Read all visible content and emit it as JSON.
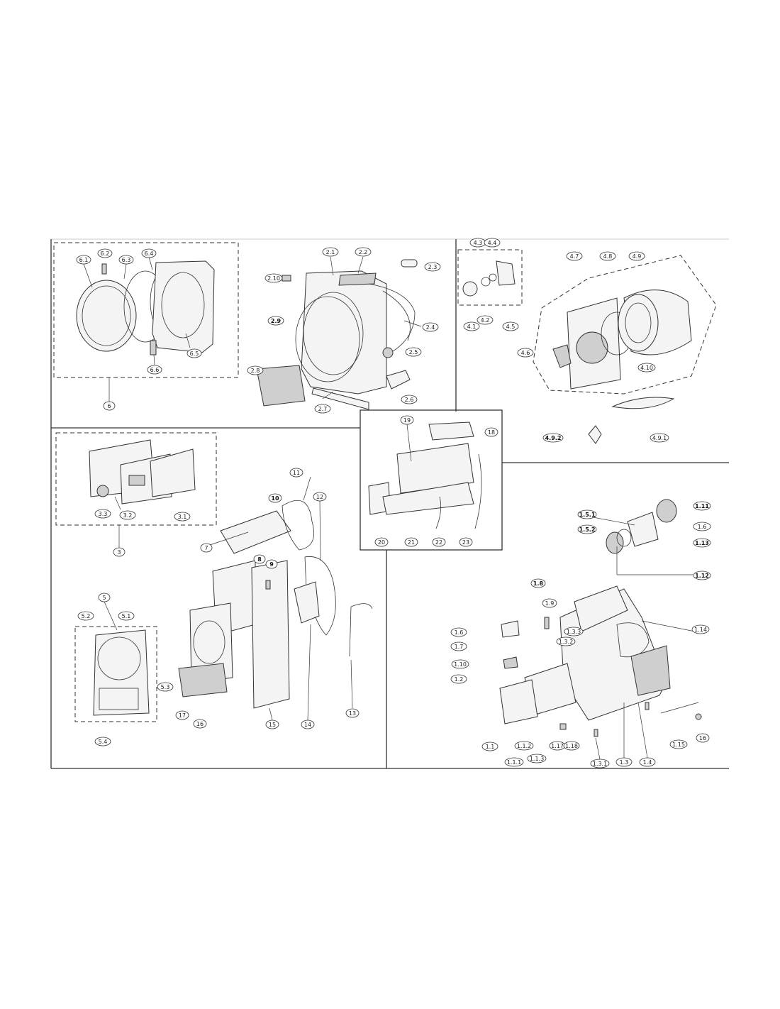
{
  "colors": {
    "line": "#333333",
    "background": "#ffffff"
  },
  "callouts": {
    "door": [
      "6.1",
      "6.2",
      "6.3",
      "6.4",
      "6.5",
      "6.6",
      "6"
    ],
    "tub": [
      "2.1",
      "2.2",
      "2.3",
      "2.4",
      "2.5",
      "2.6",
      "2.7",
      "2.8",
      "2.9",
      "2.10"
    ],
    "drum": [
      "4.1",
      "4.2",
      "4.3",
      "4.4",
      "4.5",
      "4.6",
      "4.7",
      "4.8",
      "4.9",
      "4.10",
      "4.9.1",
      "4.9.2"
    ],
    "control_panel": [
      "3.1",
      "3.2",
      "3.3",
      "3"
    ],
    "water_box": [
      "18",
      "19",
      "20",
      "21",
      "22",
      "23"
    ],
    "cabinet": [
      "5",
      "5.1",
      "5.2",
      "5.3",
      "5.4",
      "7",
      "8",
      "9",
      "10",
      "11",
      "12",
      "13",
      "14",
      "15",
      "16",
      "17"
    ],
    "fan": [
      "1.5.1",
      "1.5.2",
      "1.11",
      "1.6",
      "1.13",
      "1.12"
    ],
    "base": [
      "1.8",
      "1.9",
      "1.6",
      "1.7",
      "1.10",
      "1.2",
      "1.3.3",
      "1.3.2",
      "1.14",
      "1.1",
      "1.1.1",
      "1.1.2",
      "1.1.3",
      "1.17",
      "1.18",
      "1.3.1",
      "1.3",
      "1.4",
      "1.15",
      "16"
    ]
  }
}
